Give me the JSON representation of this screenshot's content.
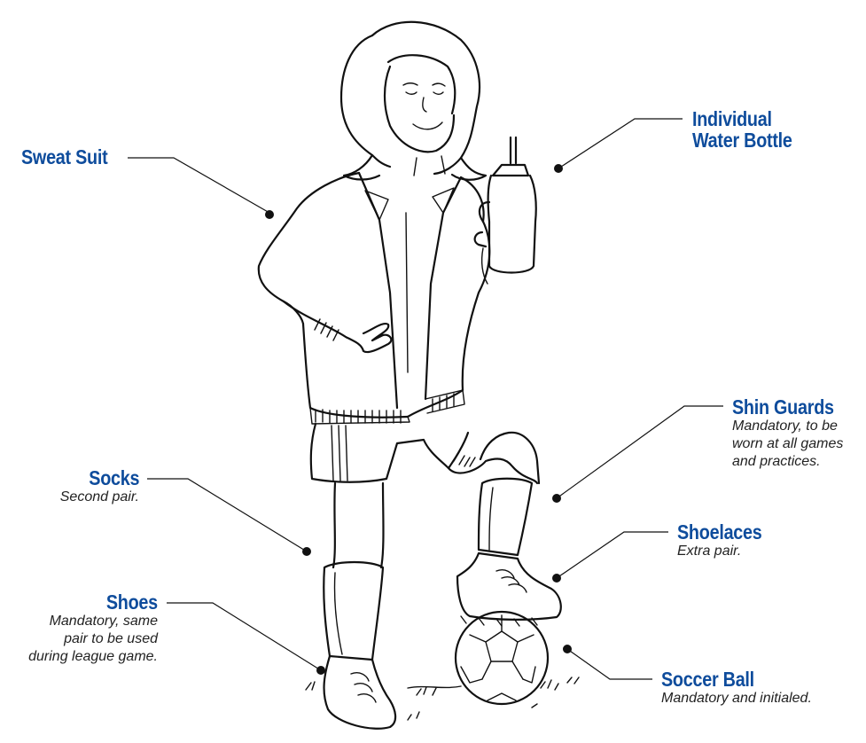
{
  "labels": {
    "sweat_suit": {
      "title": "Sweat Suit"
    },
    "water_bottle": {
      "title_line1": "Individual",
      "title_line2": "Water Bottle"
    },
    "shin_guards": {
      "title": "Shin Guards",
      "desc_line1": "Mandatory, to be",
      "desc_line2": "worn at all games",
      "desc_line3": "and practices."
    },
    "socks": {
      "title": "Socks",
      "desc_line1": "Second pair."
    },
    "shoelaces": {
      "title": "Shoelaces",
      "desc_line1": "Extra pair."
    },
    "shoes": {
      "title": "Shoes",
      "desc_line1": "Mandatory, same",
      "desc_line2": "pair to be used",
      "desc_line3": "during league game."
    },
    "soccer_ball": {
      "title": "Soccer Ball",
      "desc_line1": "Mandatory and initialed."
    }
  },
  "colors": {
    "title": "#0e4c9c",
    "description": "#222222",
    "ink": "#111111"
  }
}
